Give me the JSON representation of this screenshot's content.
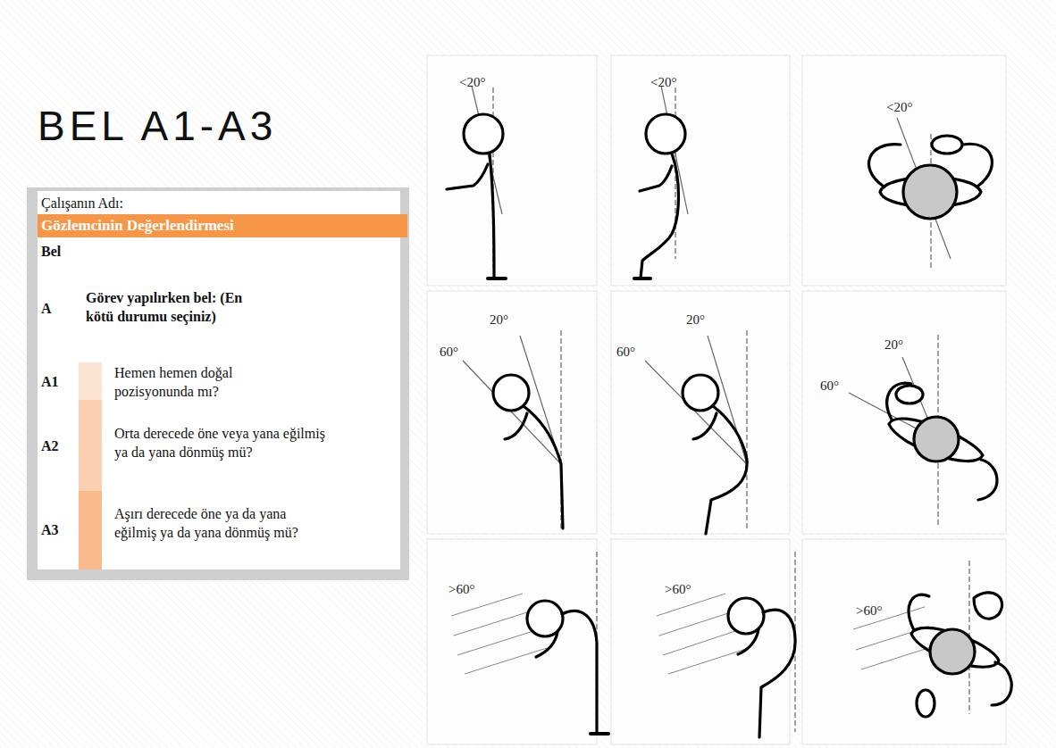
{
  "diagram": {
    "title": "BEL A1-A3",
    "nodes": [
      {
        "text": [
          "Çalışanın Adı:",
          "Bel",
          "A",
          "Görev yapılırken bel: (En kötü durumu seçiniz)",
          "A1",
          "Hemen hemen doğal pozisyonunda mı?",
          "A2",
          "Orta derecede öne veya yana eğilmiş ya da yana dönmüş mü?",
          "A3",
          "Aşırı derecede öne ya da yana eğilmiş ya da yana dönmüş mü?"
        ]
      },
      {
        "text": [
          "Gözlemcinin Değerlendirmesi"
        ],
        "in": 0
      }
    ],
    "labels": [
      "<20°",
      "<20°",
      "<20°",
      "20°",
      "60°",
      "20°",
      "60°",
      "20°",
      "60°",
      ">60°",
      ">60°",
      ">60°"
    ]
  }
}
